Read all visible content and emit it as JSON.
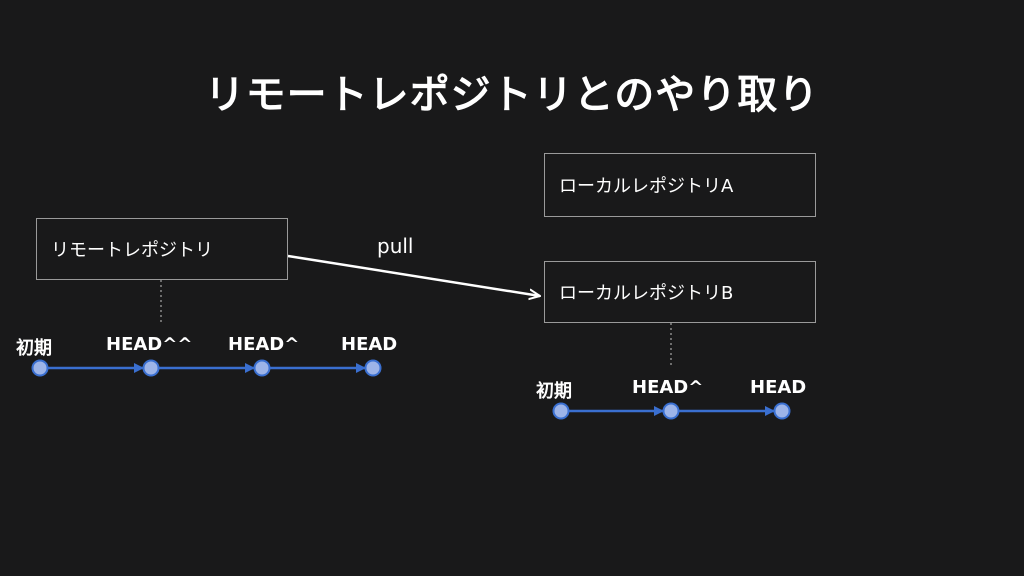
{
  "title": "リモートレポジトリとのやり取り",
  "boxes": {
    "remote": "リモートレポジトリ",
    "local_a": "ローカルレポジトリA",
    "local_b": "ローカルレポジトリB"
  },
  "edge_label": "pull",
  "remote_commits": [
    "初期",
    "HEAD^^",
    "HEAD^",
    "HEAD"
  ],
  "local_b_commits": [
    "初期",
    "HEAD^",
    "HEAD"
  ],
  "colors": {
    "background": "#19191a",
    "node_fill": "#9db4e8",
    "node_stroke": "#3a6fd0",
    "commit_arrow": "#3a6fd0",
    "box_border": "#9a9a9a",
    "pull_arrow": "#ffffff"
  }
}
